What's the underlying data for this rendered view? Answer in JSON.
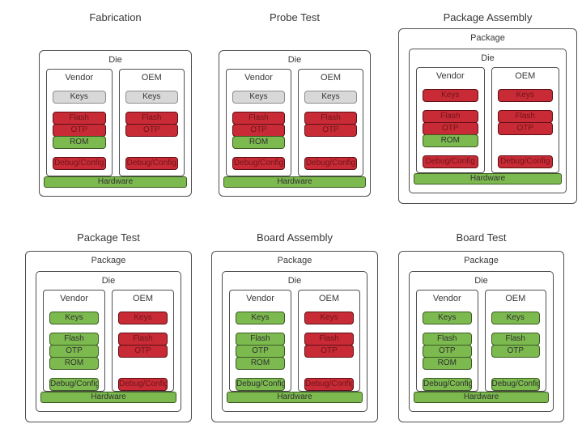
{
  "colors": {
    "background": "#ffffff",
    "border": "#4f4f4f",
    "text": "#383838",
    "gray": "#d8d8d8",
    "gray_border": "#8c8c8c",
    "gray_text": "#333333",
    "red": "#c82b35",
    "red_border": "#5e0f16",
    "red_text": "#70141b",
    "green": "#7cba4f",
    "green_border": "#3c5a22",
    "green_text": "#2f2f2f"
  },
  "stages": [
    {
      "title": "Fabrication",
      "package_label": null,
      "die_label": "Die",
      "columns": [
        {
          "label": "Vendor",
          "keys": {
            "label": "Keys",
            "state": "gray"
          },
          "memory": [
            {
              "label": "Flash",
              "state": "red"
            },
            {
              "label": "OTP",
              "state": "red"
            },
            {
              "label": "ROM",
              "state": "green"
            }
          ],
          "debug": {
            "label": "Debug/Config",
            "state": "red"
          }
        },
        {
          "label": "OEM",
          "keys": {
            "label": "Keys",
            "state": "gray"
          },
          "memory": [
            {
              "label": "Flash",
              "state": "red"
            },
            {
              "label": "OTP",
              "state": "red"
            }
          ],
          "debug": {
            "label": "Debug/Config",
            "state": "red"
          }
        }
      ],
      "hardware": {
        "label": "Hardware",
        "state": "green"
      }
    },
    {
      "title": "Probe Test",
      "package_label": null,
      "die_label": "Die",
      "columns": [
        {
          "label": "Vendor",
          "keys": {
            "label": "Keys",
            "state": "gray"
          },
          "memory": [
            {
              "label": "Flash",
              "state": "red"
            },
            {
              "label": "OTP",
              "state": "red"
            },
            {
              "label": "ROM",
              "state": "green"
            }
          ],
          "debug": {
            "label": "Debug/Config",
            "state": "red"
          }
        },
        {
          "label": "OEM",
          "keys": {
            "label": "Keys",
            "state": "gray"
          },
          "memory": [
            {
              "label": "Flash",
              "state": "red"
            },
            {
              "label": "OTP",
              "state": "red"
            }
          ],
          "debug": {
            "label": "Debug/Config",
            "state": "red"
          }
        }
      ],
      "hardware": {
        "label": "Hardware",
        "state": "green"
      }
    },
    {
      "title": "Package Assembly",
      "package_label": "Package",
      "die_label": "Die",
      "columns": [
        {
          "label": "Vendor",
          "keys": {
            "label": "Keys",
            "state": "red"
          },
          "memory": [
            {
              "label": "Flash",
              "state": "red"
            },
            {
              "label": "OTP",
              "state": "red"
            },
            {
              "label": "ROM",
              "state": "green"
            }
          ],
          "debug": {
            "label": "Debug/Config",
            "state": "red"
          }
        },
        {
          "label": "OEM",
          "keys": {
            "label": "Keys",
            "state": "red"
          },
          "memory": [
            {
              "label": "Flash",
              "state": "red"
            },
            {
              "label": "OTP",
              "state": "red"
            }
          ],
          "debug": {
            "label": "Debug/Config",
            "state": "red"
          }
        }
      ],
      "hardware": {
        "label": "Hardware",
        "state": "green"
      }
    },
    {
      "title": "Package Test",
      "package_label": "Package",
      "die_label": "Die",
      "columns": [
        {
          "label": "Vendor",
          "keys": {
            "label": "Keys",
            "state": "green"
          },
          "memory": [
            {
              "label": "Flash",
              "state": "green"
            },
            {
              "label": "OTP",
              "state": "green"
            },
            {
              "label": "ROM",
              "state": "green"
            }
          ],
          "debug": {
            "label": "Debug/Config",
            "state": "green"
          }
        },
        {
          "label": "OEM",
          "keys": {
            "label": "Keys",
            "state": "red"
          },
          "memory": [
            {
              "label": "Flash",
              "state": "red"
            },
            {
              "label": "OTP",
              "state": "red"
            }
          ],
          "debug": {
            "label": "Debug/Config",
            "state": "red"
          }
        }
      ],
      "hardware": {
        "label": "Hardware",
        "state": "green"
      }
    },
    {
      "title": "Board Assembly",
      "package_label": "Package",
      "die_label": "Die",
      "columns": [
        {
          "label": "Vendor",
          "keys": {
            "label": "Keys",
            "state": "green"
          },
          "memory": [
            {
              "label": "Flash",
              "state": "green"
            },
            {
              "label": "OTP",
              "state": "green"
            },
            {
              "label": "ROM",
              "state": "green"
            }
          ],
          "debug": {
            "label": "Debug/Config",
            "state": "green"
          }
        },
        {
          "label": "OEM",
          "keys": {
            "label": "Keys",
            "state": "red"
          },
          "memory": [
            {
              "label": "Flash",
              "state": "red"
            },
            {
              "label": "OTP",
              "state": "red"
            }
          ],
          "debug": {
            "label": "Debug/Config",
            "state": "red"
          }
        }
      ],
      "hardware": {
        "label": "Hardware",
        "state": "green"
      }
    },
    {
      "title": "Board Test",
      "package_label": "Package",
      "die_label": "Die",
      "columns": [
        {
          "label": "Vendor",
          "keys": {
            "label": "Keys",
            "state": "green"
          },
          "memory": [
            {
              "label": "Flash",
              "state": "green"
            },
            {
              "label": "OTP",
              "state": "green"
            },
            {
              "label": "ROM",
              "state": "green"
            }
          ],
          "debug": {
            "label": "Debug/Config",
            "state": "green"
          }
        },
        {
          "label": "OEM",
          "keys": {
            "label": "Keys",
            "state": "green"
          },
          "memory": [
            {
              "label": "Flash",
              "state": "green"
            },
            {
              "label": "OTP",
              "state": "green"
            }
          ],
          "debug": {
            "label": "Debug/Config",
            "state": "green"
          }
        }
      ],
      "hardware": {
        "label": "Hardware",
        "state": "green"
      }
    }
  ]
}
